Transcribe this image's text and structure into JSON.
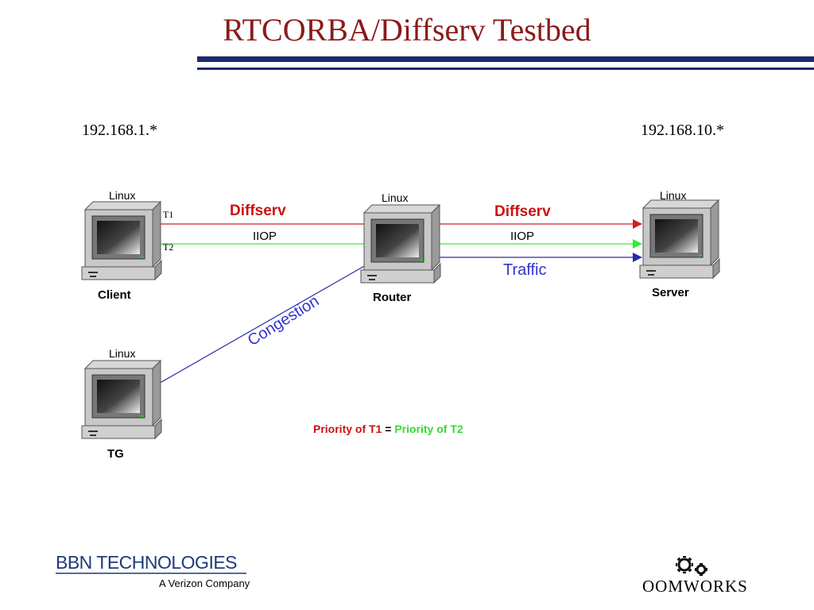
{
  "slide": {
    "title": "RTCORBA/Diffserv Testbed"
  },
  "networks": {
    "left": "192.168.1.*",
    "right": "192.168.10.*"
  },
  "nodes": {
    "client": {
      "os": "Linux",
      "label": "Client"
    },
    "router": {
      "os": "Linux",
      "label": "Router"
    },
    "server": {
      "os": "Linux",
      "label": "Server"
    },
    "tg": {
      "os": "Linux",
      "label": "TG"
    }
  },
  "links": {
    "t1": "T1",
    "t2": "T2",
    "diffserv_left": "Diffserv",
    "diffserv_right": "Diffserv",
    "iiop_left": "IIOP",
    "iiop_right": "IIOP",
    "traffic": "Traffic",
    "congestion": "Congestion"
  },
  "priority": {
    "part1": "Priority of T1",
    "eq": "=",
    "part2": "Priority of T2"
  },
  "footer": {
    "bbn_name": "BBN TECHNOLOGIES",
    "bbn_sub": "A Verizon Company",
    "oom": "OOMWORKS"
  },
  "colors": {
    "title": "#8b1a1a",
    "rule": "#1c2a6b",
    "t1_line": "#cc2222",
    "t2_line": "#33ee33",
    "traffic_line": "#2a2aaa",
    "diffserv_text": "#cc1111",
    "t2_text": "#33dd33"
  }
}
